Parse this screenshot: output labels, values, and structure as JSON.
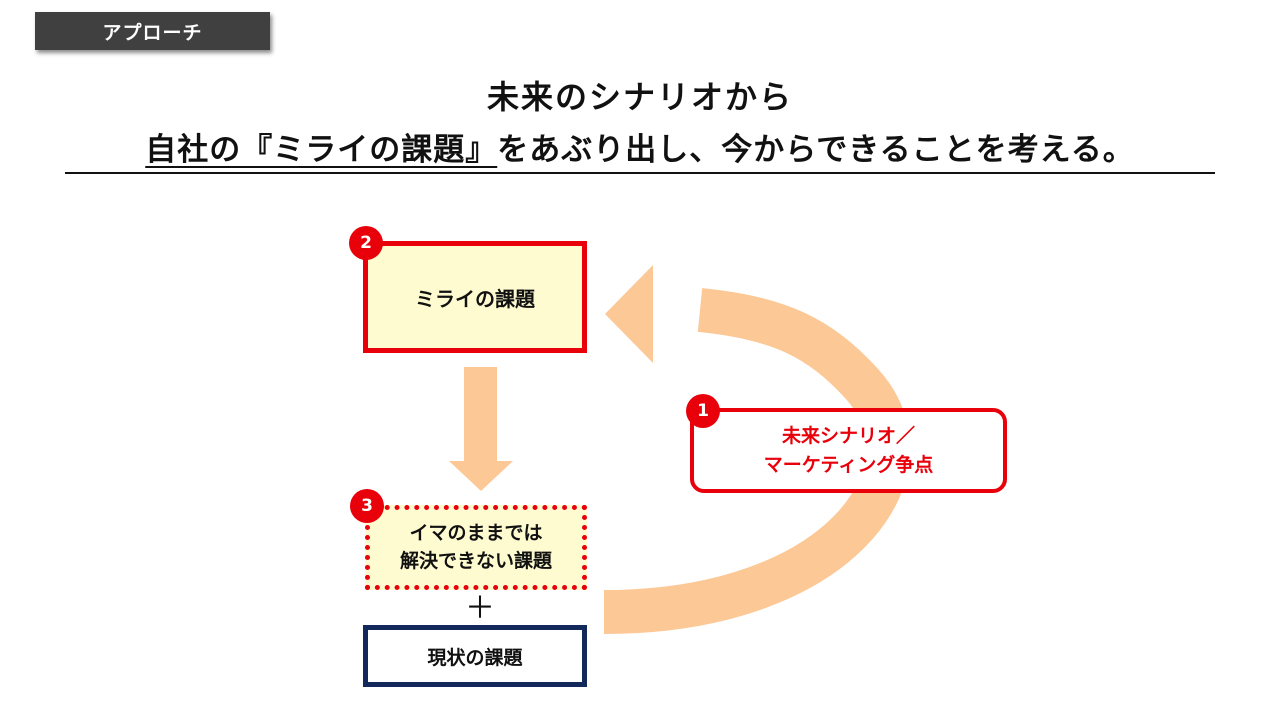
{
  "header": {
    "tag": "アプローチ"
  },
  "title": {
    "line1": "未来のシナリオから",
    "line2_underlined": "自社の『ミライの課題』",
    "line2_rest": "をあぶり出し、今からできることを考える。"
  },
  "steps": {
    "future_issue": {
      "number": "2",
      "label": "ミライの課題"
    },
    "unsolvable_issue": {
      "number": "3",
      "line1": "イマのままでは",
      "line2": "解決できない課題"
    },
    "current_issue": {
      "label": "現状の課題"
    },
    "scenario": {
      "number": "1",
      "line1": "未来シナリオ／",
      "line2": "マーケティング争点"
    },
    "plus": "＋"
  },
  "colors": {
    "accent_red": "#e8000b",
    "arrow_peach": "#fcc896",
    "box_fill": "#fffbd0",
    "navy": "#13295c",
    "tag_bg": "#404040"
  }
}
